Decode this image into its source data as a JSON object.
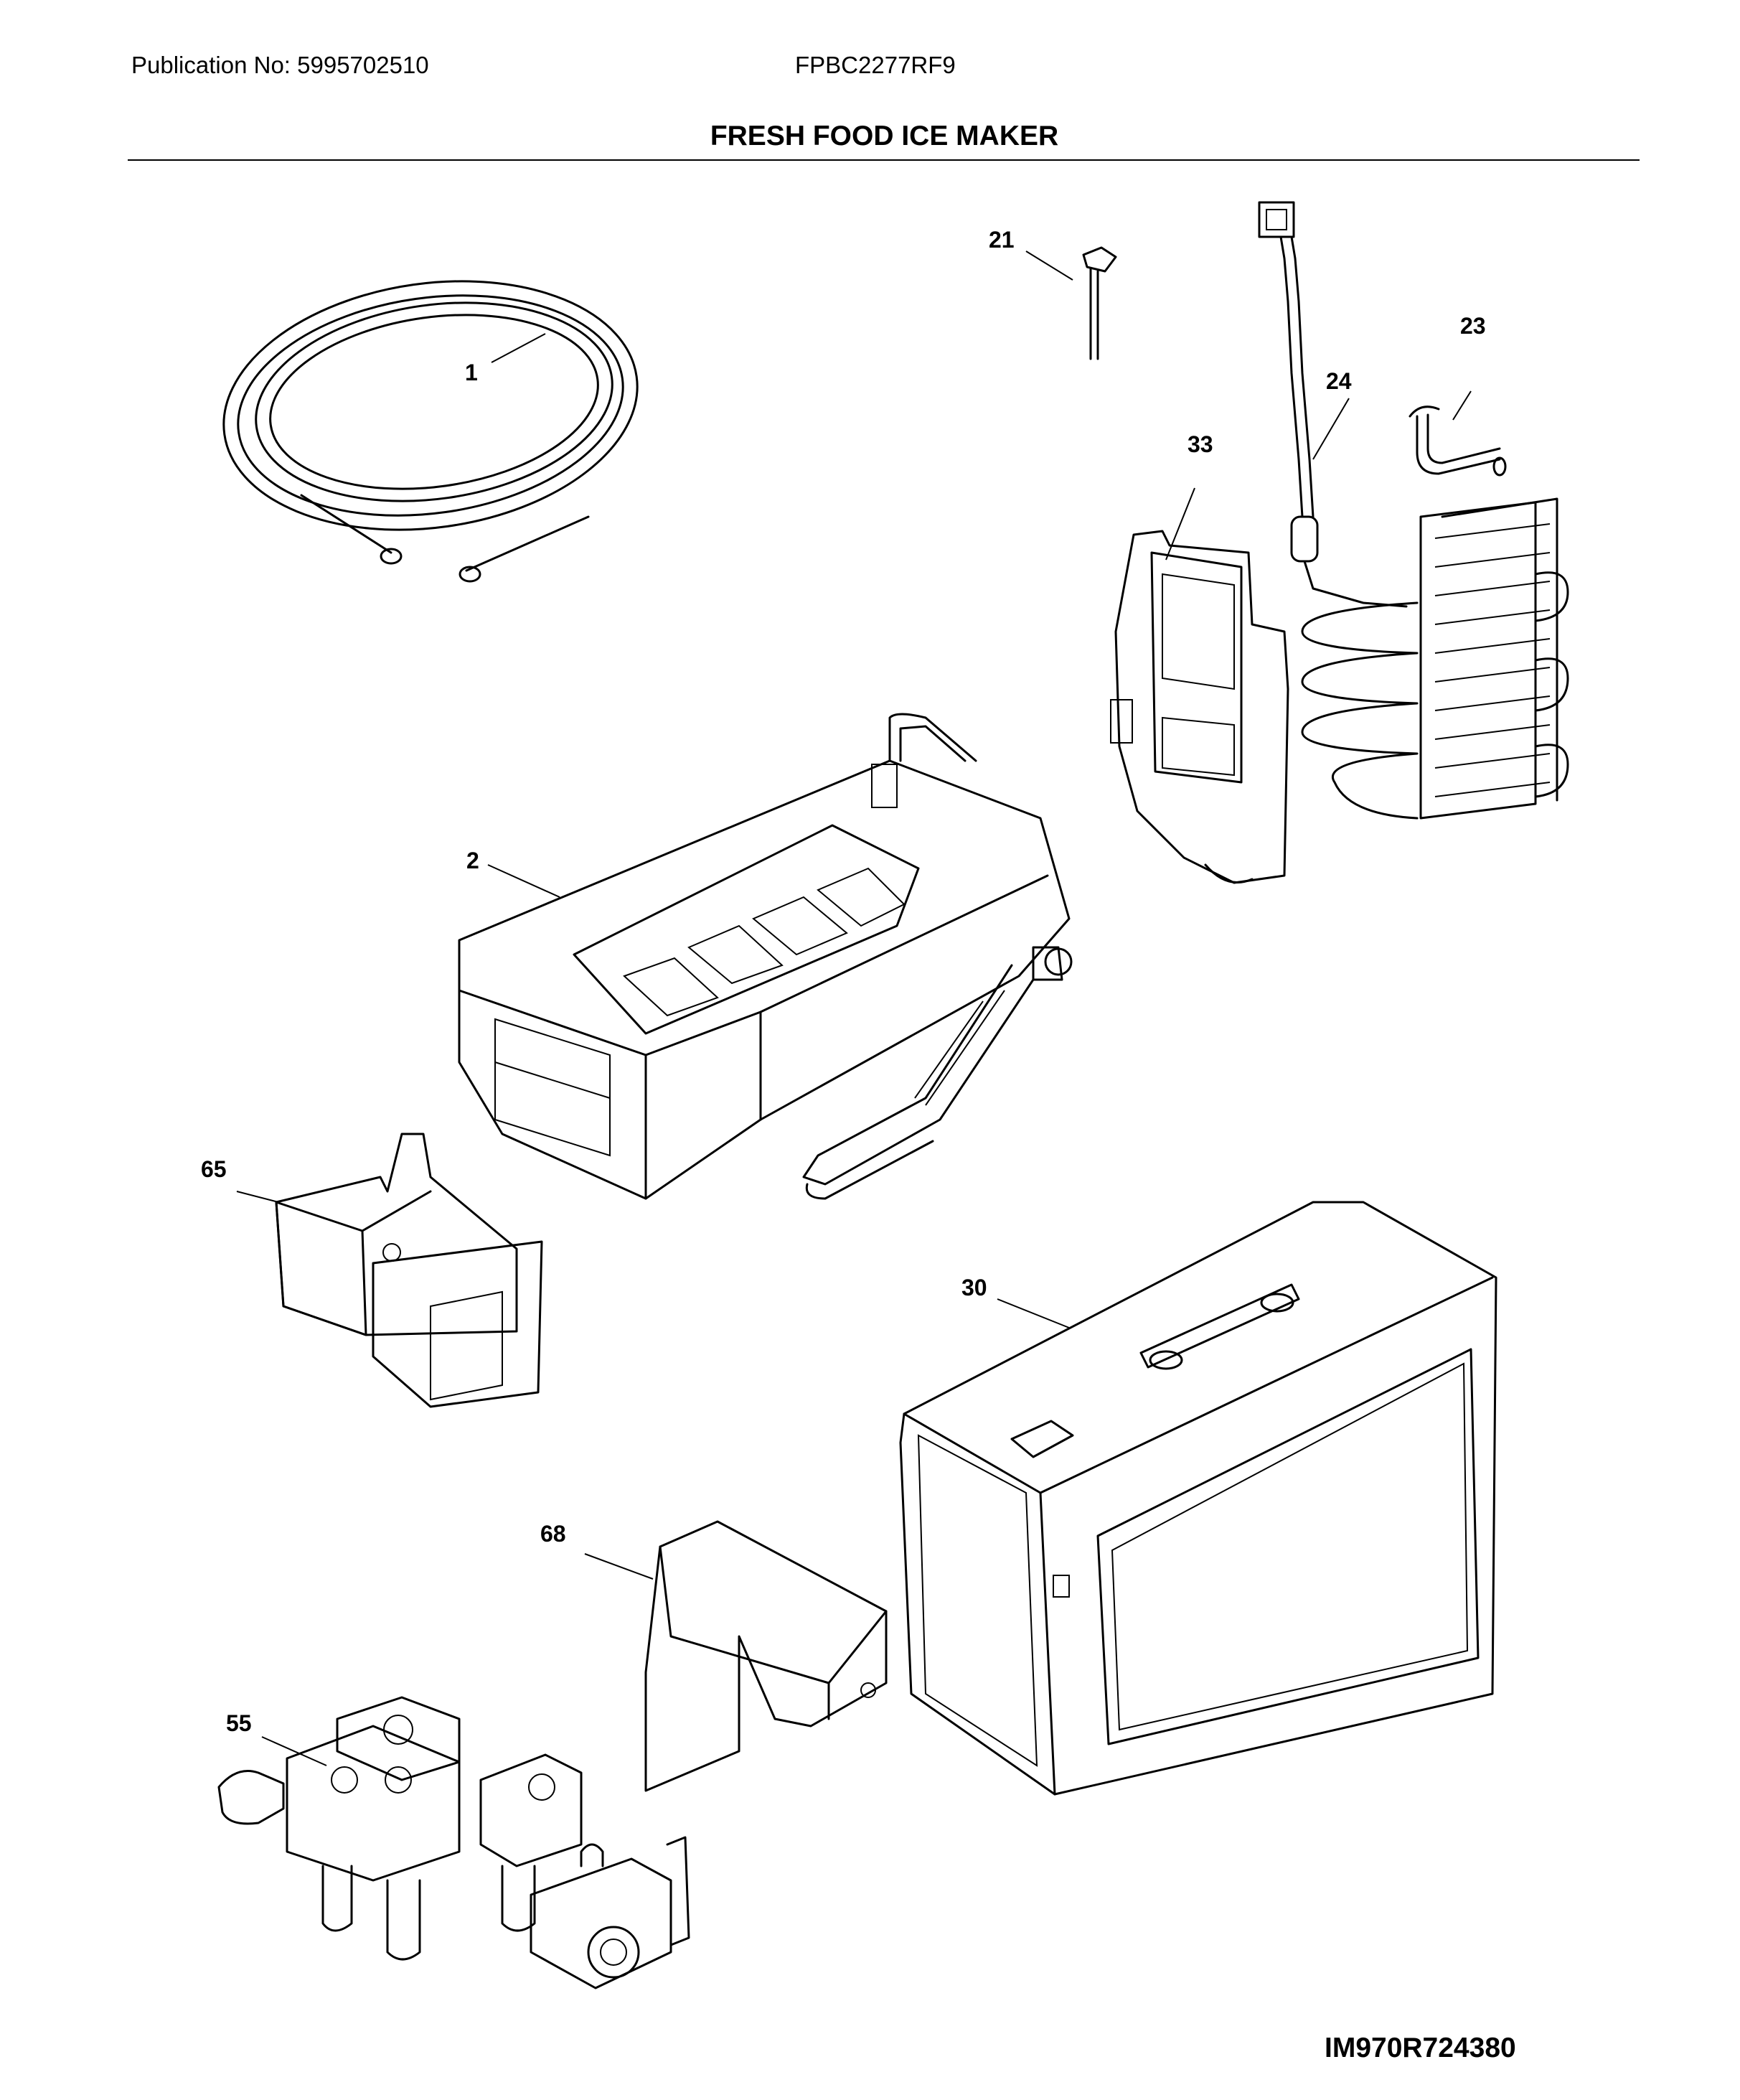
{
  "header": {
    "publication": "Publication No: 5995702510",
    "model": "FPBC2277RF9"
  },
  "title": "FRESH FOOD ICE MAKER",
  "footer_code": "IM970R724380",
  "parts": [
    {
      "ref": "1"
    },
    {
      "ref": "2"
    },
    {
      "ref": "21"
    },
    {
      "ref": "23"
    },
    {
      "ref": "24"
    },
    {
      "ref": "30"
    },
    {
      "ref": "33"
    },
    {
      "ref": "55"
    },
    {
      "ref": "65"
    },
    {
      "ref": "68"
    }
  ]
}
